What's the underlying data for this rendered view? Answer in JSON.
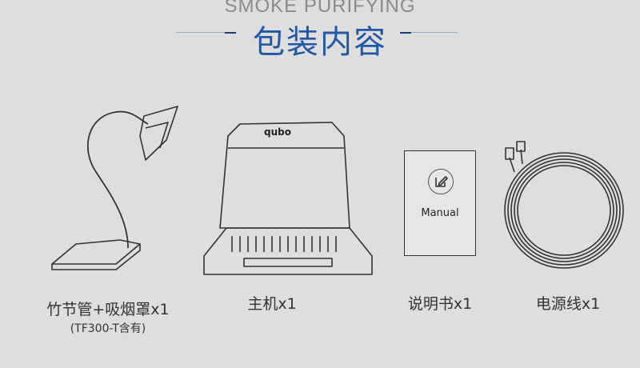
{
  "header": {
    "subtitle": "SMOKE PURIFYING",
    "title": "包装内容"
  },
  "items": [
    {
      "caption": "竹节管+吸烟罩x1",
      "note": "(TF300-T含有)"
    },
    {
      "caption": "主机x1",
      "logo": "qubo"
    },
    {
      "caption": "说明书x1",
      "label": "Manual",
      "icon": "edit-icon"
    },
    {
      "caption": "电源线x1"
    }
  ],
  "colors": {
    "background": "#dedede",
    "title": "#1f58a6",
    "subtitle": "#8a8a8a"
  }
}
